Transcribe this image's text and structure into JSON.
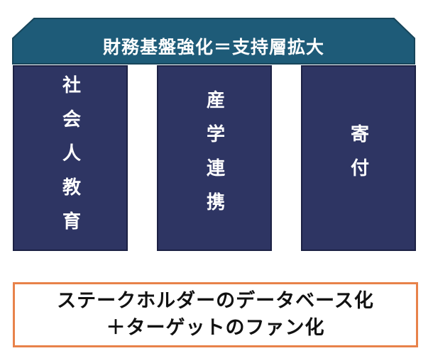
{
  "roof": {
    "title": "財務基盤強化＝支持層拡大"
  },
  "pillars": [
    {
      "label": "社会人教育"
    },
    {
      "label": "産学連携"
    },
    {
      "label": "寄付"
    }
  ],
  "footer": {
    "line1": "ステークホルダーのデータベース化",
    "line2": "＋ターゲットのファン化"
  },
  "colors": {
    "roof": "#1e5b78",
    "pillar": "#2e3563",
    "footer_border": "#e8824a"
  }
}
